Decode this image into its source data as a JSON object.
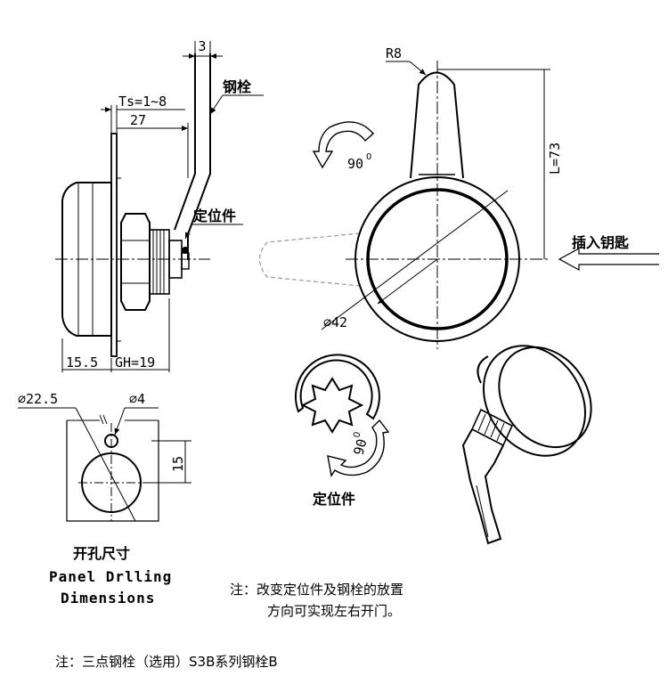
{
  "labels": {
    "dim_3": "3",
    "bolt": "钢栓",
    "ts": "Ts=1~8",
    "dim_27": "27",
    "stop_part_side": "定位件",
    "dim_15_5": "15.5",
    "gh": "GH=19",
    "r8": "R8",
    "deg90_top": "90",
    "deg_sup": "0",
    "l73": "L=73",
    "insert_key": "插入钥匙",
    "dia42": "⌀42",
    "dia22_5": "⌀22.5",
    "dia4": "⌀4",
    "dim_15": "15",
    "deg90_bottom": "90",
    "stop_part_bottom": "定位件",
    "hole_cn": "开孔尺寸",
    "hole_en1": "Panel Drlling",
    "hole_en2": "Dimensions",
    "note_1a": "注：改变定位件及钢栓的放置",
    "note_1b": "方向可实现左右开门。",
    "note_2": "注：三点钢栓（选用）S3B系列钢栓B"
  }
}
